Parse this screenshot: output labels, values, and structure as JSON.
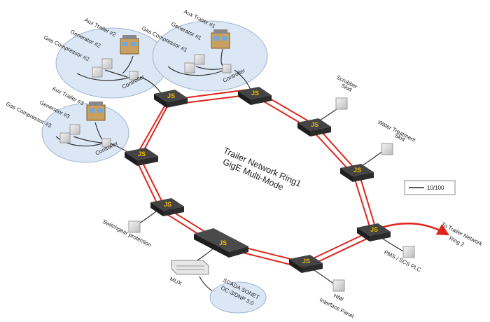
{
  "colors": {
    "ring": "#e0231b",
    "cluster_fill": "#dce7f5",
    "cluster_stroke": "#9fb3cf",
    "switch_body": "#2b2b2b",
    "switch_logo": "#f2b800",
    "device_box": "#d9d9d9"
  },
  "diagram": {
    "title_line1": "Trailer Network Ring1",
    "title_line2": "GigE Multi-Mode",
    "switch_logo": "JS",
    "legend_label": "10/100",
    "clusters": [
      {
        "trailer": "Aux Trailer #2",
        "generator": "Generator #2",
        "compressor": "Gas Compressor #2",
        "controller": "Controller"
      },
      {
        "trailer": "Aux Trailer #1",
        "generator": "Generator #1",
        "compressor": "Gas Compressor #1",
        "controller": "Controller"
      },
      {
        "trailer": "Aux Trailer #3",
        "generator": "Generator #3",
        "compressor": "Gas Compressor #3",
        "controller": "Controller"
      }
    ],
    "devices": {
      "scrubber_1": "Scrubber",
      "scrubber_2": "Skid",
      "water_1": "Water Treatment",
      "water_2": "Skid",
      "switchgear": "Switchgear protection",
      "pms": "PMS / SCS PLC",
      "hmi_1": "HMI",
      "hmi_2": "Interface Panel",
      "mux": "MUX",
      "scada_1": "SCADA SONET",
      "scada_2": "OC-3/DNP 3.0",
      "ring2_1": "To Trailer Network",
      "ring2_2": "Ring 2"
    }
  }
}
